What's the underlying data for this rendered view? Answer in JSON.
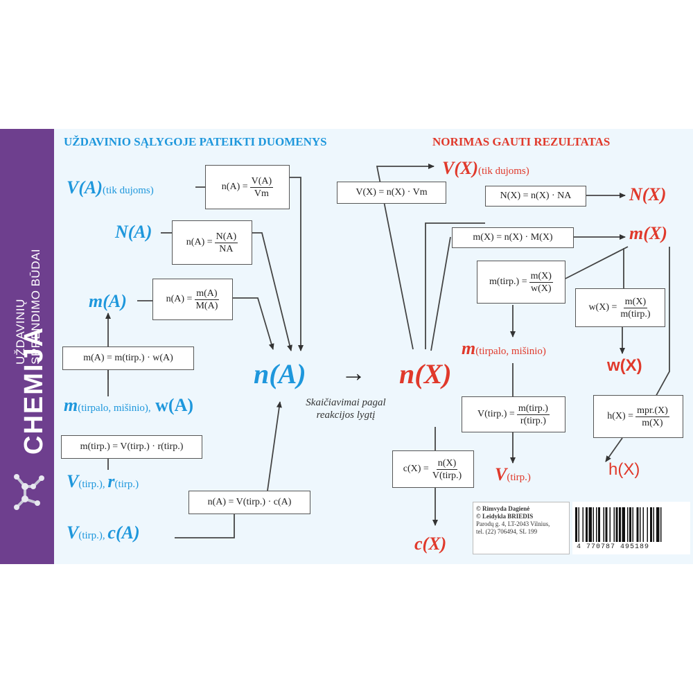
{
  "sidebar": {
    "brand": "CHEMIJA",
    "line1": "UŽDAVINIŲ",
    "line2": "SPRENDIMO BŪDAI",
    "molecule_icon": "molecule-icon"
  },
  "headings": {
    "left": "UŽDAVINIO SĄLYGOJE PATEIKTI DUOMENYS",
    "right": "NORIMAS GAUTI REZULTATAS"
  },
  "given": {
    "VA": {
      "main": "V(A)",
      "sub": "(tik dujoms)"
    },
    "NA": "N(A)",
    "mA": "m(A)",
    "msol": {
      "main": "m",
      "sub": "(tirpalo, mišinio),",
      "w": "w(A)"
    },
    "Vr": {
      "main": "V",
      "sub": "(tirp.), ",
      "r": "r",
      "rsub": "(tirp.)"
    },
    "Vc": {
      "main": "V",
      "sub": "(tirp.), ",
      "c": "c(A)"
    }
  },
  "formulas_left": {
    "nV": {
      "lhs": "n(A) =",
      "num": "V(A)",
      "den": "Vm"
    },
    "nN": {
      "lhs": "n(A) =",
      "num": "N(A)",
      "den": "NA"
    },
    "nm": {
      "lhs": "n(A) =",
      "num": "m(A)",
      "den": "M(A)"
    },
    "mw": "m(A) = m(tirp.) · w(A)",
    "mVr": "m(tirp.) = V(tirp.) · r(tirp.)",
    "nVc": "n(A) = V(tirp.) · c(A)"
  },
  "center": {
    "nA": "n(A)",
    "arrow": "→",
    "nX": "n(X)",
    "note_line1": "Skaičiavimai pagal",
    "note_line2": "reakcijos lygtį"
  },
  "results": {
    "VX": {
      "main": "V(X)",
      "sub": "(tik dujoms)"
    },
    "NX": "N(X)",
    "mX": "m(X)",
    "msol": {
      "main": "m",
      "sub": "(tirpalo, mišinio)"
    },
    "wX": "w(X)",
    "Vtirp": {
      "main": "V",
      "sub": "(tirp.)"
    },
    "hX": "h(X)",
    "cX": "c(X)"
  },
  "formulas_right": {
    "VXf": "V(X) = n(X) · Vm",
    "NXf": "N(X) = n(X) · NA",
    "mXf": "m(X) = n(X) · M(X)",
    "mtirp": {
      "lhs": "m(tirp.) =",
      "num": "m(X)",
      "den": "w(X)"
    },
    "wXf": {
      "lhs": "w(X) =",
      "num": "m(X)",
      "den": "m(tirp.)"
    },
    "Vtf": {
      "lhs": "V(tirp.) =",
      "num": "m(tirp.)",
      "den": "r(tirp.)"
    },
    "hXf": {
      "lhs": "h(X) =",
      "num": "mpr.(X)",
      "den": "m(X)"
    },
    "cXf": {
      "lhs": "c(X) =",
      "num": "n(X)",
      "den": "V(tirp.)"
    }
  },
  "publisher": {
    "line1": "© Rimvyda Dagienė",
    "line2": "© Leidykla BRIEDIS",
    "line3": "Parodų g. 4, LT-2043 Vilnius,",
    "line4": "tel. (22) 706494, SL 199"
  },
  "barcode_number": "4 770787 495189",
  "colors": {
    "blue": "#1e97dc",
    "red": "#e0392b",
    "purple": "#6e3f8e",
    "background": "#eef7fd"
  }
}
